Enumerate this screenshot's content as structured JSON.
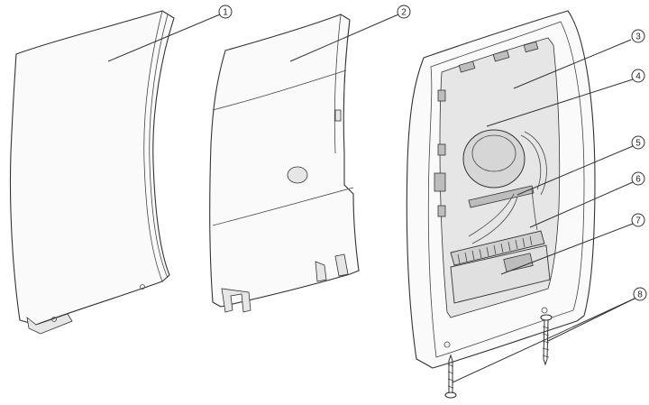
{
  "callouts": [
    {
      "id": "c1",
      "number": "1"
    },
    {
      "id": "c2",
      "number": "2"
    },
    {
      "id": "c3",
      "number": "3"
    },
    {
      "id": "c4",
      "number": "4"
    },
    {
      "id": "c5",
      "number": "5"
    },
    {
      "id": "c6",
      "number": "6"
    },
    {
      "id": "c7",
      "number": "7"
    },
    {
      "id": "c8",
      "number": "8"
    }
  ]
}
